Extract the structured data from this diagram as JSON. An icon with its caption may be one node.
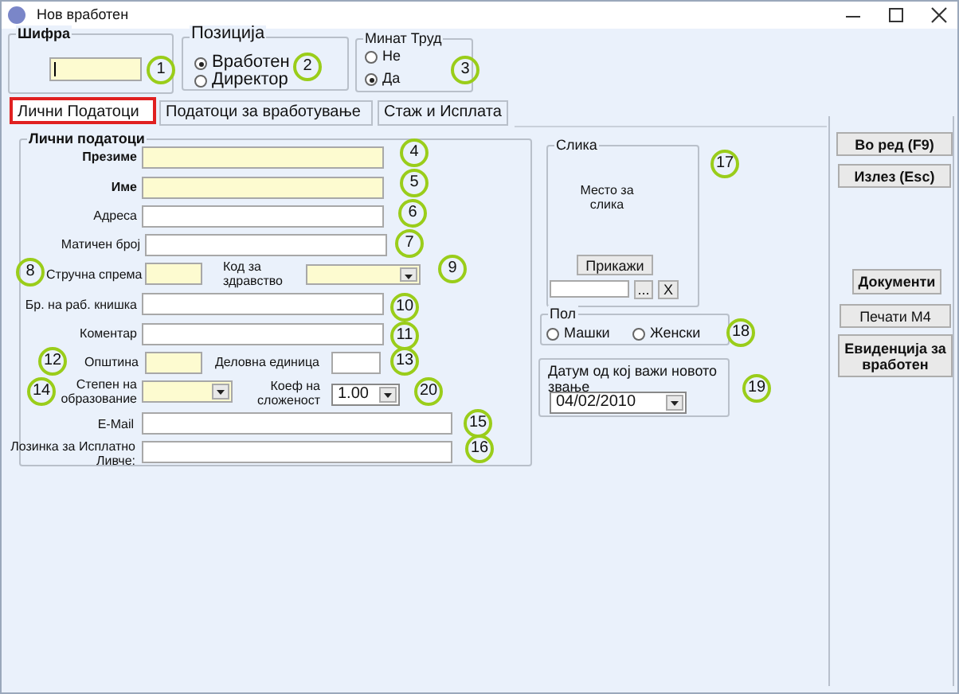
{
  "diagram": {
    "nodes": [
      {
        "text": [
          "Нов вработен"
        ]
      },
      {
        "text": [
          "Шифра"
        ],
        "in": 0
      },
      {
        "text": [
          "Позиција"
        ],
        "in": 0
      },
      {
        "text": [
          "Минат Труд"
        ],
        "in": 0
      },
      {
        "text": [
          "Лични Податоци"
        ],
        "in": 0
      },
      {
        "text": [
          "Податоци за вработување"
        ],
        "in": 0
      },
      {
        "text": [
          "Стаж и Исплата"
        ],
        "in": 0
      },
      {
        "text": [
          "Лични податоци"
        ],
        "in": 0
      },
      {
        "text": [
          "Слика"
        ],
        "in": 0
      },
      {
        "text": [
          "Прикажи"
        ],
        "in": 8
      },
      {
        "text": [
          "Пол"
        ],
        "in": 0
      },
      {
        "text": [
          "Датум од кој важи новото звање"
        ],
        "in": 0
      },
      {
        "text": [
          "Во ред (F9)"
        ],
        "in": 0
      },
      {
        "text": [
          "Излез (Esc)"
        ],
        "in": 0
      },
      {
        "text": [
          "Документи"
        ],
        "in": 0
      },
      {
        "text": [
          "Печати M4"
        ],
        "in": 0
      },
      {
        "text": [
          "Евиденција за вработен"
        ],
        "in": 0
      }
    ],
    "labels": [
      "1",
      "Вработен",
      "Директор",
      "2",
      "Не",
      "Да",
      "3",
      "Презиме",
      "4",
      "Име",
      "5",
      "Адреса",
      "6",
      "Матичен број",
      "7",
      "8",
      "Стручна спрема",
      "Код за здравство",
      "9",
      "Бр. на раб. книшка",
      "10",
      "Коментар",
      "11",
      "12",
      "Општина",
      "Деловна единица",
      "13",
      "14",
      "Степен на образование",
      "Коеф на сложеност",
      "1.00",
      "20",
      "E-Mail",
      "15",
      "Лозинка за Исплатно Ливче:",
      "16",
      "Место за слика",
      "17",
      "...",
      "X",
      "Машки",
      "Женски",
      "18",
      "04/02/2010",
      "19"
    ]
  }
}
